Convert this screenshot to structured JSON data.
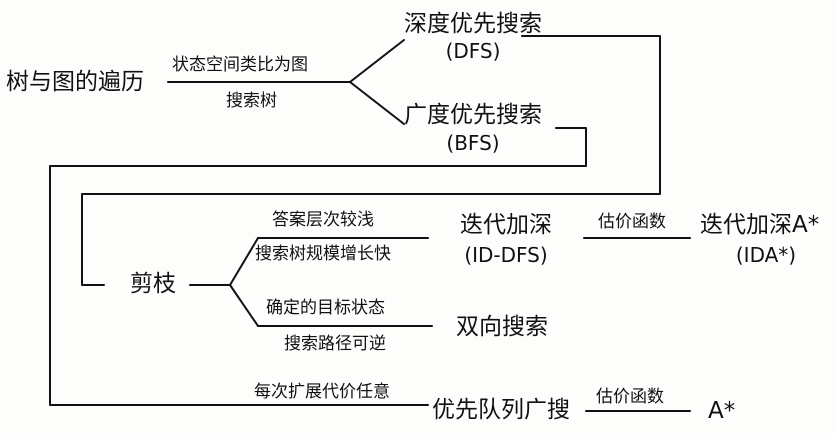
{
  "root": "树与图的遍历",
  "edge_state_space": "状态空间类比为图",
  "edge_search_tree": "搜索树",
  "dfs": {
    "name": "深度优先搜索",
    "abbr": "(DFS)"
  },
  "bfs": {
    "name": "广度优先搜索",
    "abbr": "(BFS)"
  },
  "prune": "剪枝",
  "cond_shallow": "答案层次较浅",
  "cond_growth": "搜索树规模增长快",
  "iddfs": {
    "name": "迭代加深",
    "abbr": "(ID-DFS)"
  },
  "estimate_1": "估价函数",
  "idastar": {
    "name": "迭代加深A*",
    "abbr": "(IDA*)"
  },
  "cond_target": "确定的目标状态",
  "cond_reversible": "搜索路径可逆",
  "bidir": "双向搜索",
  "cond_cost": "每次扩展代价任意",
  "pq": "优先队列广搜",
  "estimate_2": "估价函数",
  "astar": "A*",
  "colors": {
    "ink": "#111111",
    "paper": "#fdfdfc"
  }
}
